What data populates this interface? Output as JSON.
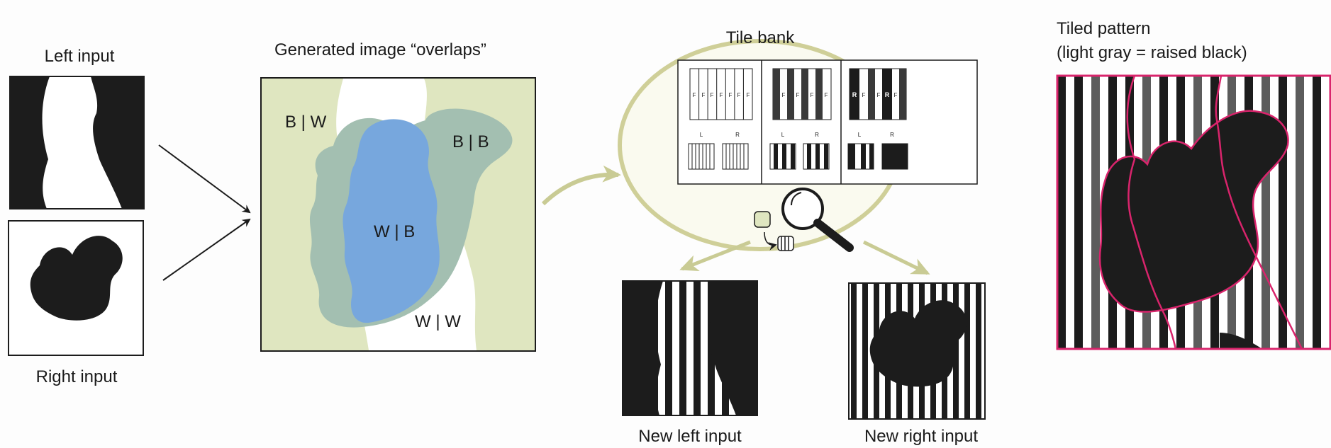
{
  "labels": {
    "left_input": "Left input",
    "right_input": "Right input",
    "generated_title": "Generated image “overlaps”",
    "region_bw": "B | W",
    "region_bb": "B | B",
    "region_wb": "W | B",
    "region_ww": "W | W",
    "tile_bank": "Tile bank",
    "tile_letter_f": "F",
    "tile_letter_r": "R",
    "tile_l": "L",
    "tile_r": "R",
    "new_left_input": "New left input",
    "new_right_input": "New right input",
    "tiled_title_line1": "Tiled pattern",
    "tiled_title_line2": "(light gray = raised black)"
  },
  "colors": {
    "black": "#1c1c1c",
    "light_green": "#dfe6c0",
    "teal_overlap": "#a3bfb1",
    "blue_overlap": "#77a7dd",
    "olive_arrow": "#c9cb94",
    "ellipse_fill": "#fafaef",
    "ellipse_stroke": "#cfcf98",
    "pink_outline": "#d9246c",
    "stripe_gray": "#5c5c5c"
  },
  "icons": [
    "magnifier-icon",
    "tile-icon",
    "arrow-icon"
  ]
}
